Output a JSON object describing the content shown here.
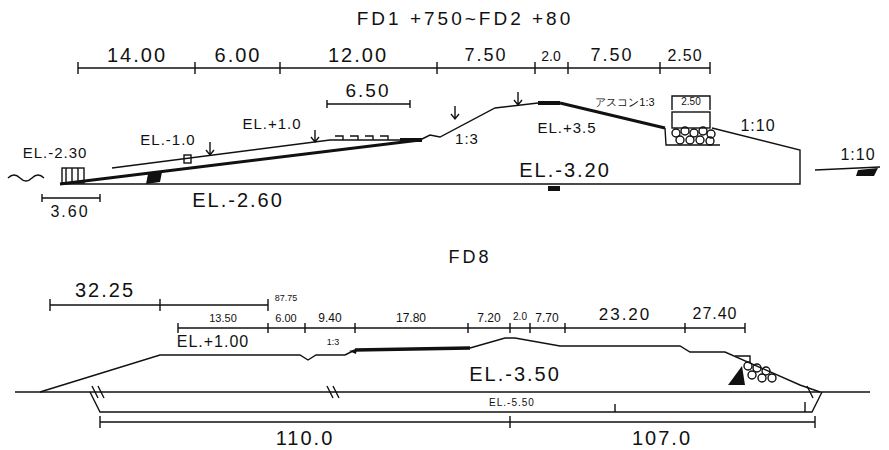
{
  "diagram": {
    "labels": [
      "FD1 +750~FD2 +80",
      "14.00",
      "6.00",
      "12.00",
      "7.50",
      "2.0",
      "7.50",
      "2.50",
      "EL.-2.30",
      "EL.-1.0",
      "EL.+1.0",
      "6.50",
      "1:3",
      "EL.+3.5",
      "アスコン1:3",
      "2.50",
      "1:10",
      "1:10",
      "EL.-3.20",
      "EL.-2.60",
      "3.60",
      "FD8",
      "32.25",
      "87.75",
      "13.50",
      "6.00",
      "9.40",
      "17.80",
      "7.20",
      "2.0",
      "7.70",
      "23.20",
      "27.40",
      "EL.+1.00",
      "1:3",
      "EL.-3.50",
      "EL.-5.50",
      "110.0",
      "107.0"
    ]
  }
}
